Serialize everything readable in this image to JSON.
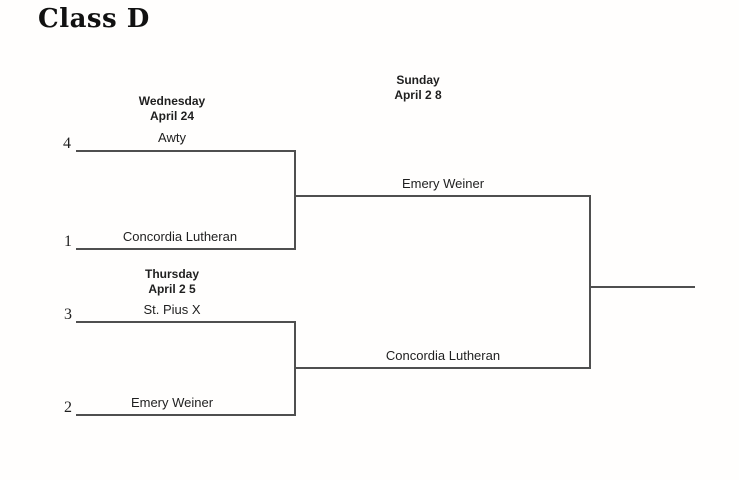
{
  "title": "Class D",
  "colors": {
    "line": "#4f4f4f",
    "text": "#1a1a1a"
  },
  "bracket": {
    "semifinals": [
      {
        "day": "Wednesday",
        "date": "April 24",
        "top": {
          "seed": "4",
          "team": "Awty"
        },
        "bottom": {
          "seed": "1",
          "team": "Concordia Lutheran"
        },
        "winner": "Emery Weiner"
      },
      {
        "day": "Thursday",
        "date": "April 2 5",
        "top": {
          "seed": "3",
          "team": "St. Pius X"
        },
        "bottom": {
          "seed": "2",
          "team": "Emery Weiner"
        },
        "winner": "Concordia Lutheran"
      }
    ],
    "final": {
      "day": "Sunday",
      "date": "April 2 8"
    }
  }
}
